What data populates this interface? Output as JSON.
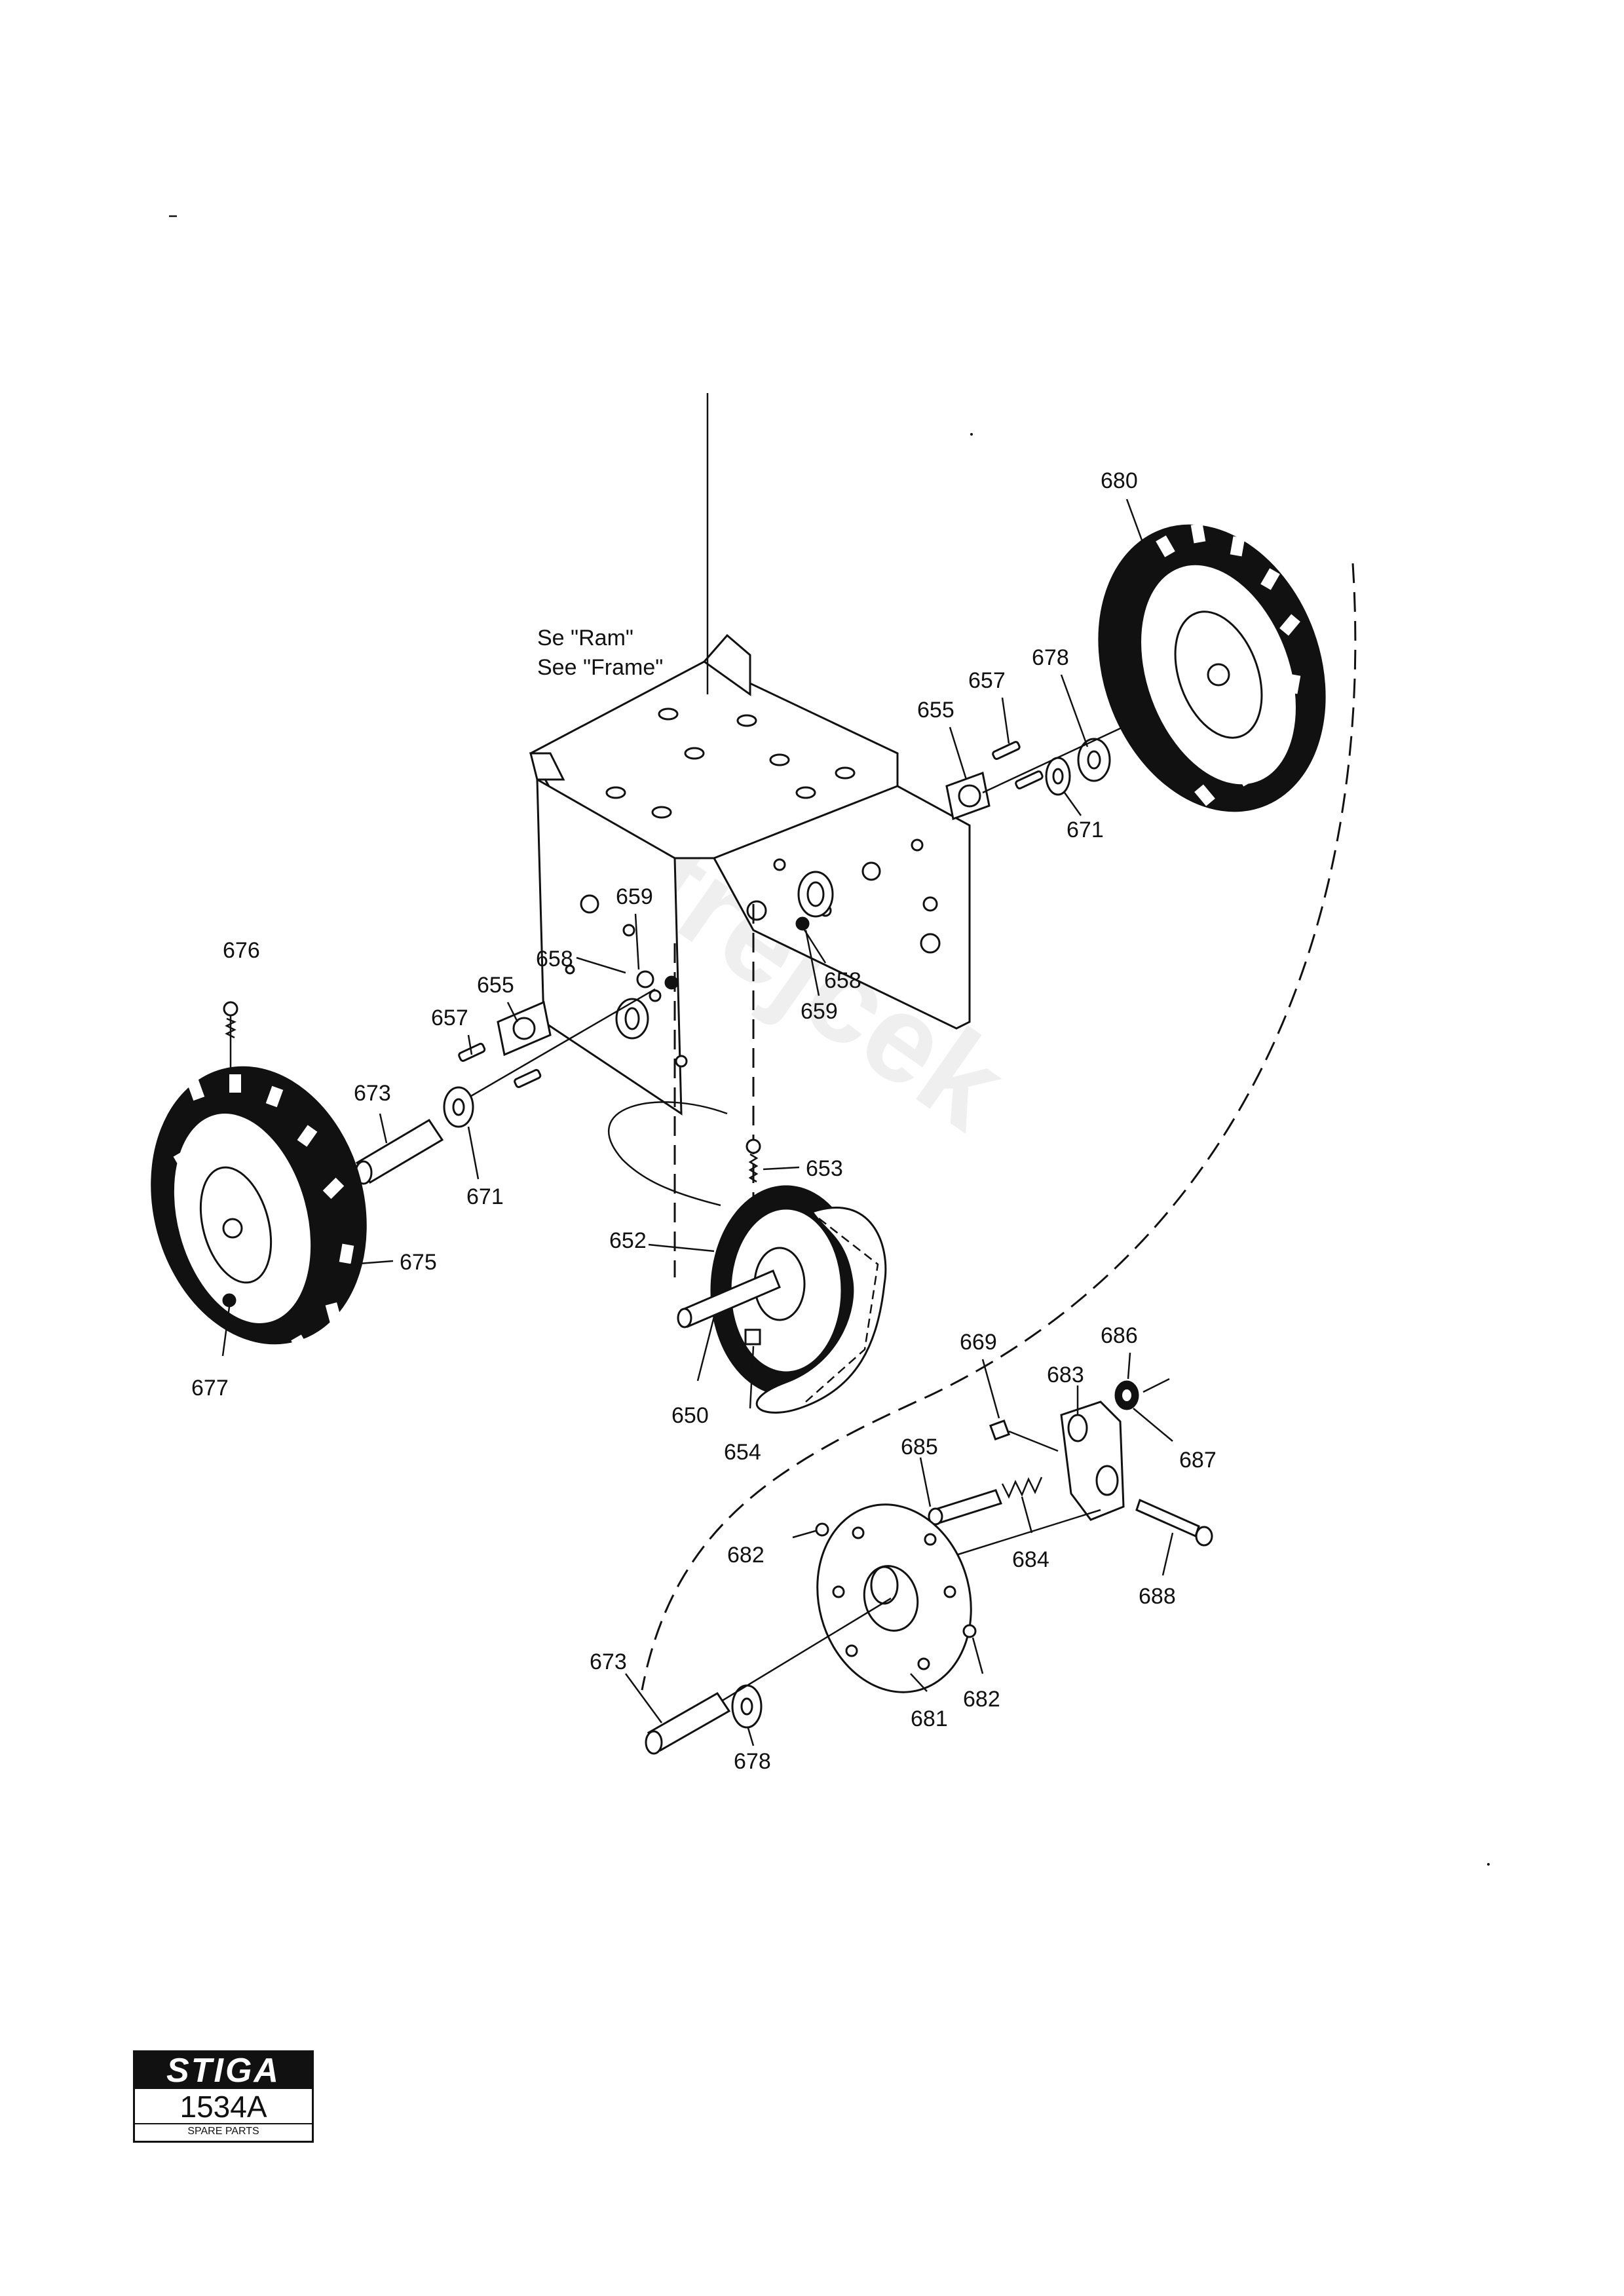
{
  "note": {
    "line1": "Se \"Ram\"",
    "line2": "See \"Frame\""
  },
  "callouts": {
    "c680": "680",
    "c678_top": "678",
    "c657_right": "657",
    "c655_right": "655",
    "c671_right": "671",
    "c659_upper": "659",
    "c658_left": "658",
    "c655_left": "655",
    "c657_left": "657",
    "c659_lower": "659",
    "c658_right": "658",
    "c676": "676",
    "c673_left": "673",
    "c671_left": "671",
    "c675": "675",
    "c677": "677",
    "c653": "653",
    "c652": "652",
    "c650": "650",
    "c654": "654",
    "c669": "669",
    "c686": "686",
    "c683": "683",
    "c687": "687",
    "c685": "685",
    "c684": "684",
    "c682_left": "682",
    "c688": "688",
    "c673_bottom": "673",
    "c682_right": "682",
    "c681": "681",
    "c678_bottom": "678"
  },
  "watermark": "Strejček",
  "logo": {
    "brand": "STIGA",
    "code": "1534A",
    "subtitle": "SPARE PARTS"
  }
}
